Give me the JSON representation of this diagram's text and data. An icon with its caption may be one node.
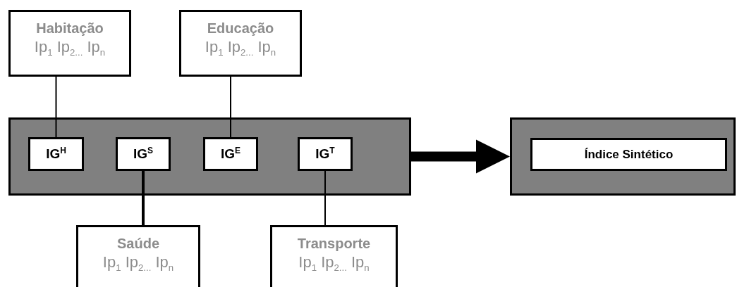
{
  "diagram": {
    "nodes": [
      {
        "text": [
          "Habitação",
          "Ip$_{1}$ Ip$_{2...}$ Ip$_{n}$"
        ]
      },
      {
        "text": [
          "Educação",
          "Ip$_{1}$ Ip$_{2...}$ Ip$_{n}$"
        ]
      },
      {
        "text": [],
        "shape": "box"
      },
      {
        "text": [
          "IG$^{H}$"
        ],
        "in": 2
      },
      {
        "text": [
          "IG$^{S}$"
        ],
        "in": 2
      },
      {
        "text": [
          "IG$^{E}$"
        ],
        "in": 2
      },
      {
        "text": [
          "IG$^{T}$"
        ],
        "in": 2
      },
      {
        "text": [],
        "shape": "box"
      },
      {
        "text": [
          "Índice Sintético"
        ],
        "in": 7
      },
      {
        "text": [
          "Saúde",
          "Ip$_{1}$ Ip$_{2...}$ Ip$_{n}$"
        ]
      },
      {
        "text": [
          "Transporte",
          "Ip$_{1}$ Ip$_{2...}$ Ip$_{n}$"
        ]
      }
    ],
    "edges": [
      {
        "from": 0,
        "to": 3,
        "arrow": "none"
      },
      {
        "from": 1,
        "to": 5,
        "arrow": "none"
      },
      {
        "from": 4,
        "to": 9,
        "arrow": "none",
        "style": "thick"
      },
      {
        "from": 6,
        "to": 10,
        "arrow": "none"
      },
      {
        "from": 2,
        "to": 7,
        "arrow": "to",
        "style": "thick"
      }
    ]
  }
}
